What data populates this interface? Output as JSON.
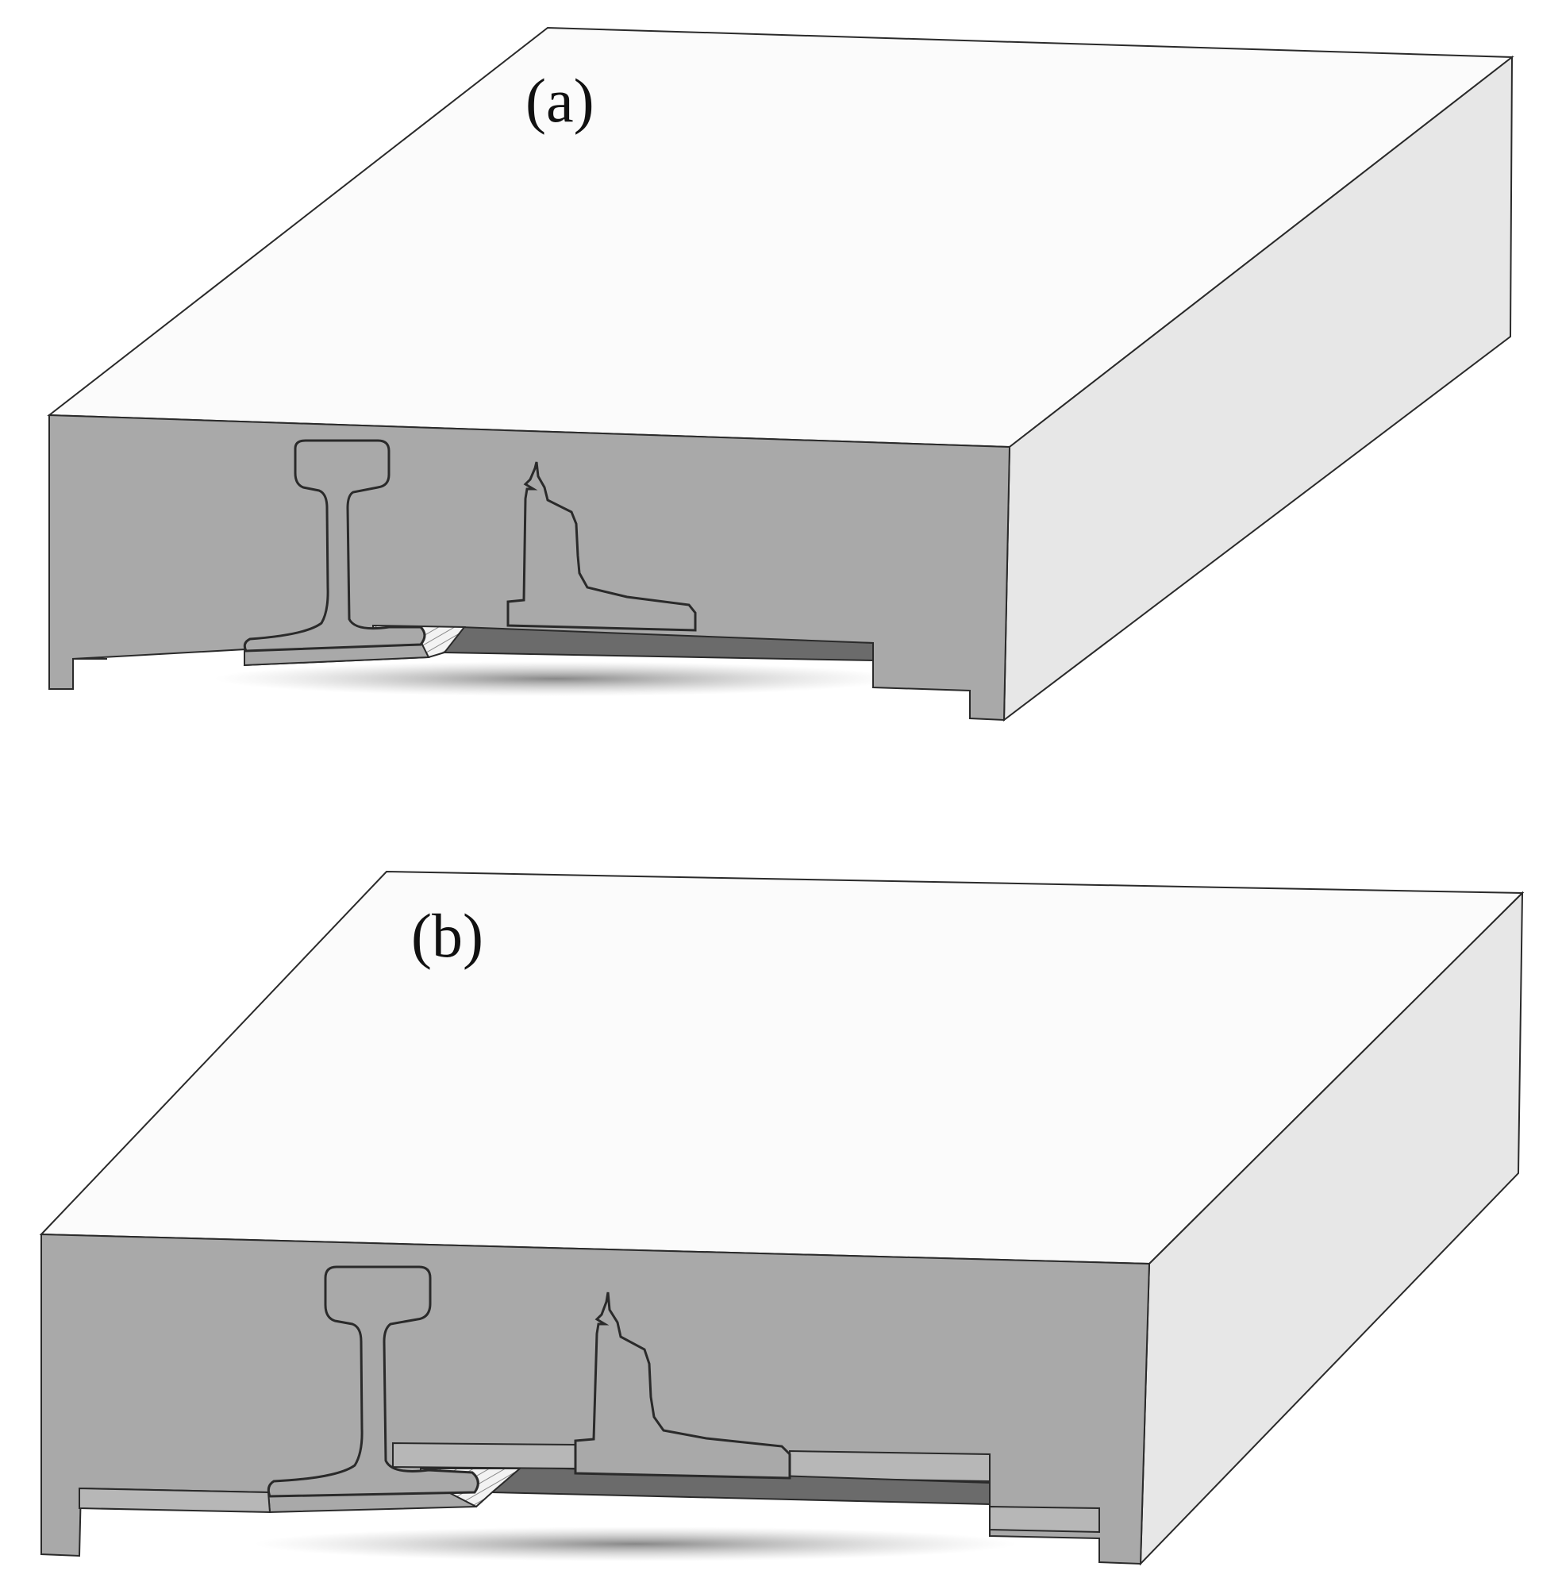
{
  "panels": [
    {
      "id": "a",
      "label": "(a)"
    },
    {
      "id": "b",
      "label": "(b)"
    }
  ],
  "colors": {
    "top_face": "#fbfbfb",
    "side_face": "#e7e7e7",
    "front_face": "#a9a9a9",
    "dark_strip": "#6b6b6b",
    "outline": "#2a2a2a",
    "shadow": "#8c8c8c"
  }
}
